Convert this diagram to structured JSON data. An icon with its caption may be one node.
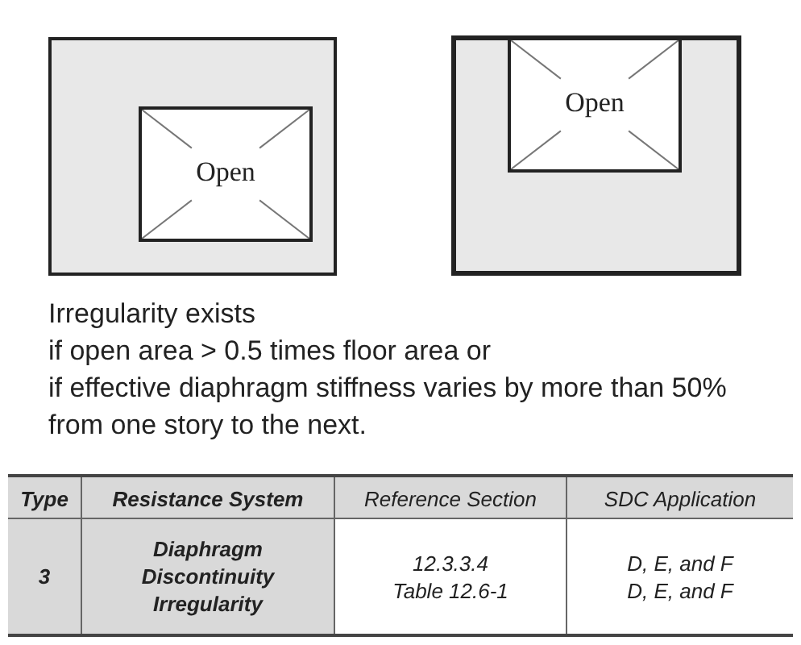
{
  "diagram": {
    "nodes": [
      {
        "text": [],
        "shape": "box"
      },
      {
        "text": [
          "Open"
        ],
        "in": 0
      },
      {
        "text": [],
        "shape": "box"
      },
      {
        "text": [
          "Open"
        ],
        "in": 2
      }
    ],
    "edges": [],
    "labels": [
      "Irregularity exists",
      "if open area > 0.5 times floor area or",
      "if effective diaphragm stiffness varies by more than 50% from one story to the next.",
      "Type",
      "Resistance System",
      "Reference Section",
      "SDC Application",
      "3",
      "Diaphragm Discontinuity Irregularity",
      "12.3.3.4",
      "Table 12.6-1",
      "D, E, and F",
      "D, E, and F"
    ]
  }
}
